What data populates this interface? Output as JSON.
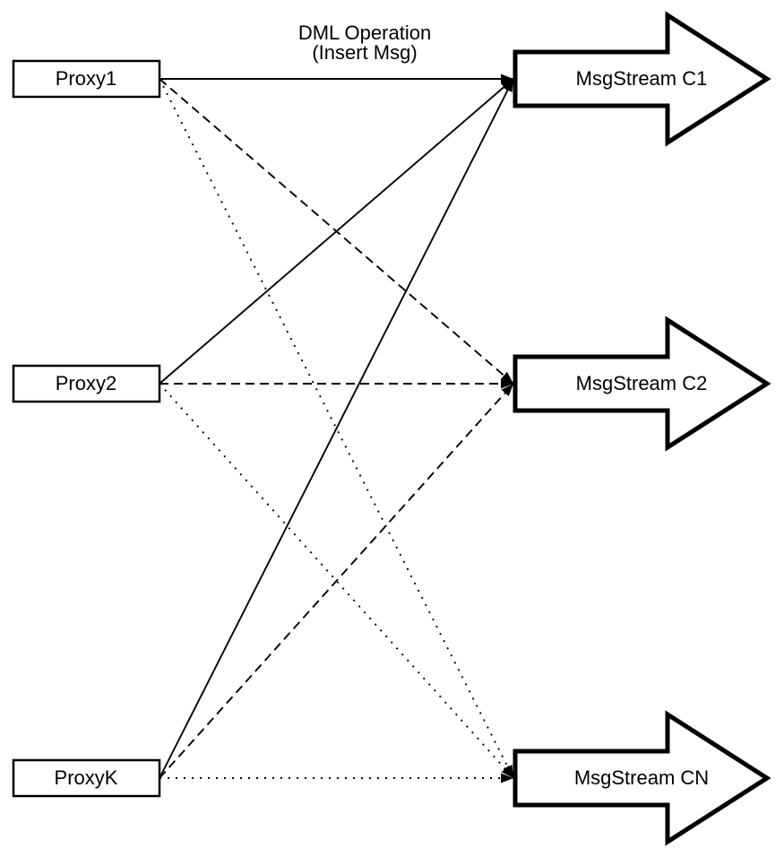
{
  "diagram": {
    "background_color": "#ffffff",
    "stroke_color": "#000000",
    "node_fill_color": "#ffffff",
    "annotation": {
      "line1": "DML Operation",
      "line2": "(Insert Msg)"
    },
    "proxies": [
      {
        "id": "proxy1",
        "label": "Proxy1"
      },
      {
        "id": "proxy2",
        "label": "Proxy2"
      },
      {
        "id": "proxyk",
        "label": "ProxyK"
      }
    ],
    "streams": [
      {
        "id": "c1",
        "label": "MsgStream C1"
      },
      {
        "id": "c2",
        "label": "MsgStream C2"
      },
      {
        "id": "cn",
        "label": "MsgStream CN"
      }
    ],
    "connections": [
      {
        "from": "proxy1",
        "to": "c1",
        "style": "solid"
      },
      {
        "from": "proxy1",
        "to": "c2",
        "style": "dashed"
      },
      {
        "from": "proxy1",
        "to": "cn",
        "style": "dotted"
      },
      {
        "from": "proxy2",
        "to": "c1",
        "style": "solid"
      },
      {
        "from": "proxy2",
        "to": "c2",
        "style": "dashed"
      },
      {
        "from": "proxy2",
        "to": "cn",
        "style": "dotted"
      },
      {
        "from": "proxyk",
        "to": "c1",
        "style": "solid"
      },
      {
        "from": "proxyk",
        "to": "c2",
        "style": "dashed"
      },
      {
        "from": "proxyk",
        "to": "cn",
        "style": "dotted"
      }
    ]
  }
}
